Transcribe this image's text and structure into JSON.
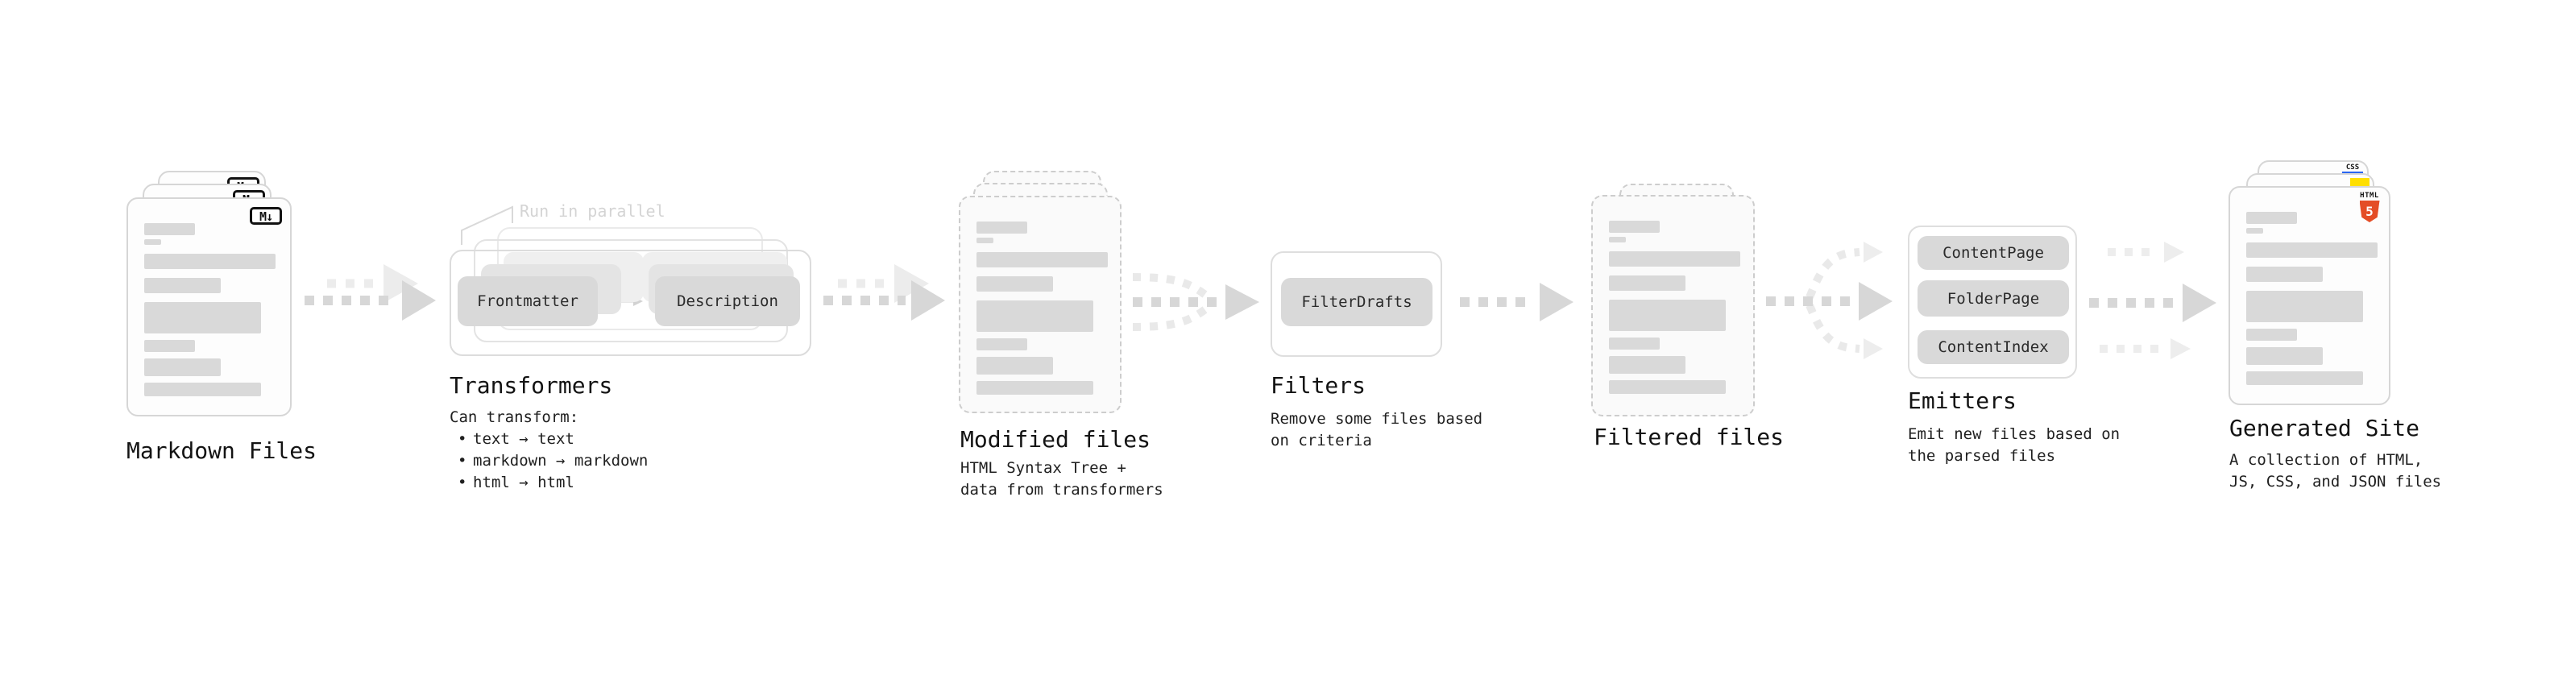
{
  "stages": {
    "markdown_files": {
      "label": "Markdown Files",
      "file_badge": "M↓"
    },
    "transformers": {
      "title": "Transformers",
      "parallel_note": "Run in parallel",
      "pills": [
        "Frontmatter",
        "Description"
      ],
      "heading": "Can transform:",
      "bullet_char": "•",
      "bullets": [
        "text → text",
        "markdown → markdown",
        "html → html"
      ]
    },
    "modified_files": {
      "label": "Modified files",
      "desc_lines": [
        "HTML Syntax Tree +",
        "data from transformers"
      ]
    },
    "filters": {
      "title": "Filters",
      "pill": "FilterDrafts",
      "desc_lines": [
        "Remove some files based",
        "on criteria"
      ]
    },
    "filtered_files": {
      "label": "Filtered files"
    },
    "emitters": {
      "title": "Emitters",
      "pills": [
        "ContentPage",
        "FolderPage",
        "ContentIndex"
      ],
      "desc_lines": [
        "Emit new files based on",
        "the parsed files"
      ]
    },
    "generated_site": {
      "label": "Generated Site",
      "desc_lines": [
        "A collection of HTML,",
        "JS, CSS, and JSON files"
      ],
      "css_badge": "CSS",
      "html_badge_label": "HTML",
      "html_badge_number": "5"
    }
  },
  "colors": {
    "html5_orange": "#e44d26",
    "js_yellow": "#ffdf00",
    "css_blue": "#2965f1",
    "arrow_dark": "#d7d7d7",
    "arrow_light": "#ececec",
    "skeleton_gray": "#d9d9d9"
  }
}
